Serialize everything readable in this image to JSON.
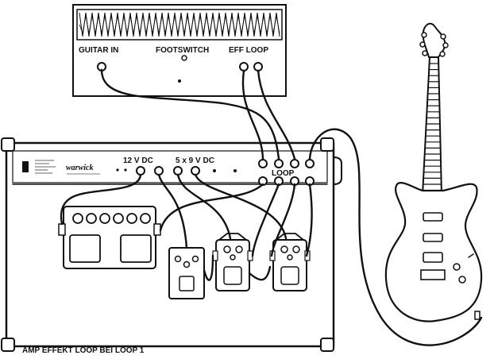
{
  "amp_head": {
    "label_guitar_in": "GUITAR IN",
    "label_footswitch": "FOOTSWITCH",
    "label_eff_loop": "EFF LOOP"
  },
  "pedalboard": {
    "brand": "warwick",
    "label_power_12v": "12 V DC",
    "label_power_5x9v": "5 x 9 V DC",
    "label_loop": "LOOP"
  },
  "caption": "AMP EFFEKT LOOP BEI LOOP 1"
}
